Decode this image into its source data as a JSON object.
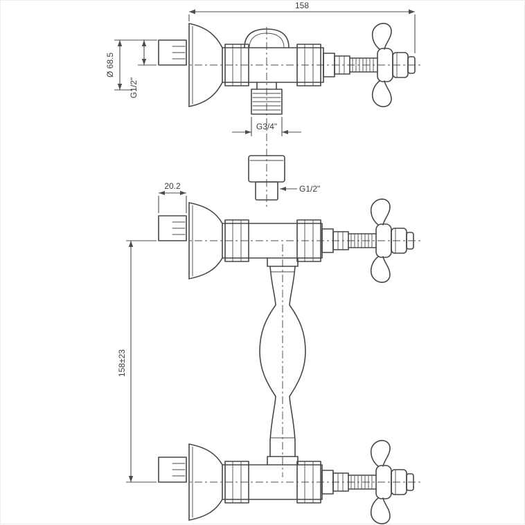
{
  "drawing": {
    "background": "#ffffff",
    "line_color": "#474747",
    "text_color": "#3b3b3b"
  },
  "top_view": {
    "dim_width": "158",
    "dim_diameter": "Ø 68.5",
    "dim_thread_wall": "G1/2\"",
    "dim_outlet": "G3/4\"",
    "fitting_thread": "G1/2\""
  },
  "front_view": {
    "dim_offset": "20.2",
    "dim_height": "158±23"
  }
}
